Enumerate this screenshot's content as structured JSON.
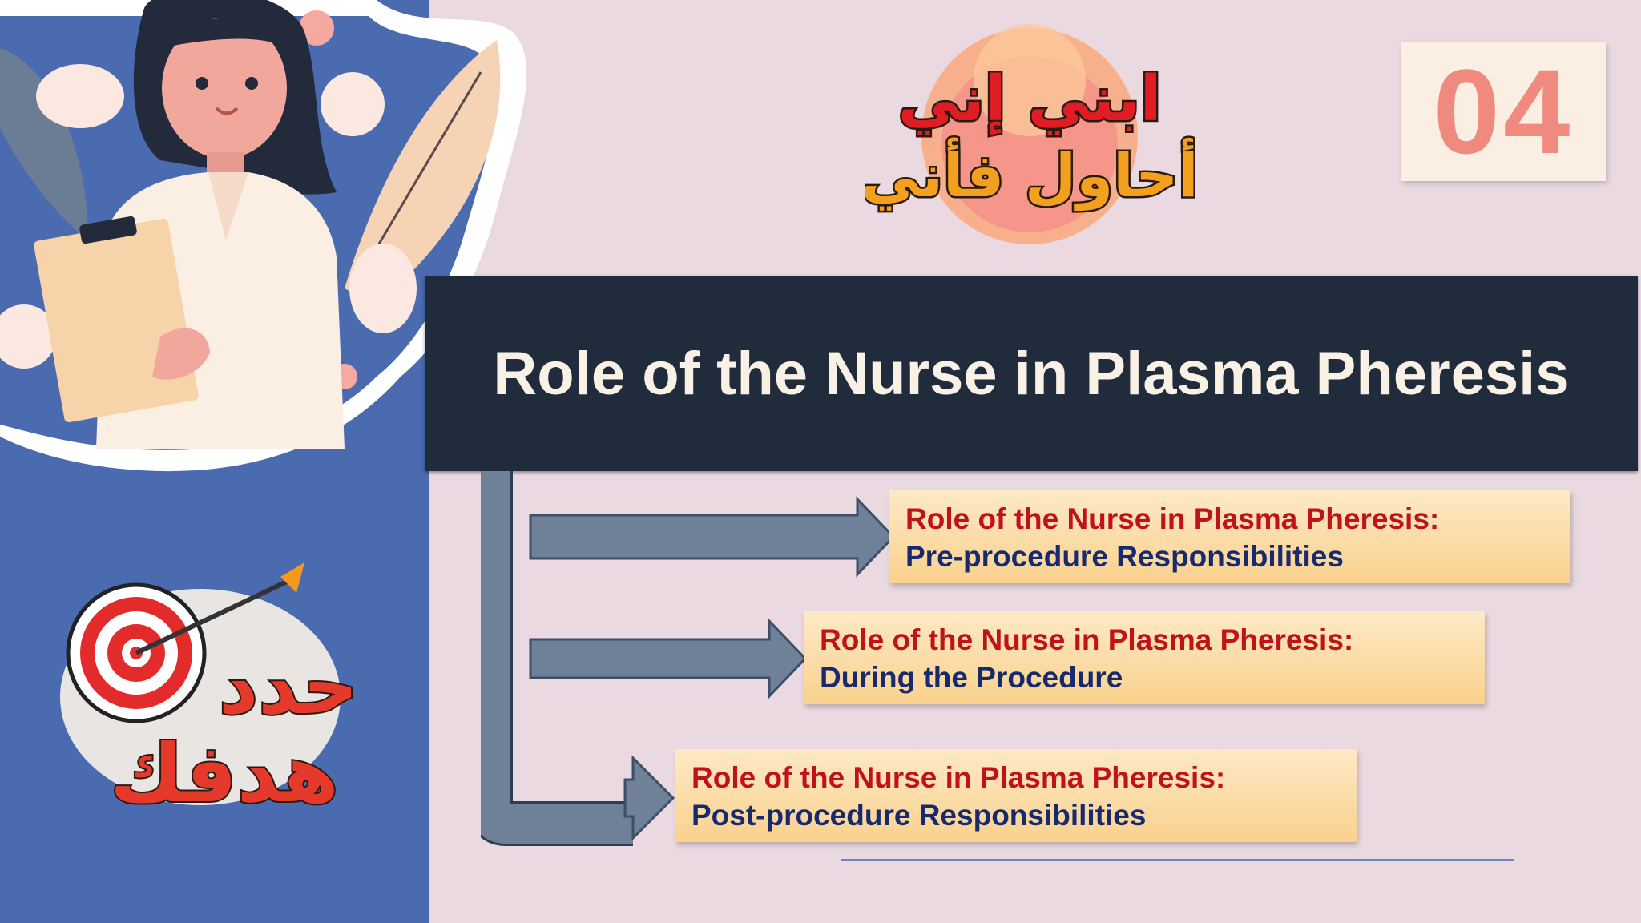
{
  "slide": {
    "number": "04",
    "title": "Role of the Nurse in Plasma Pheresis",
    "items": [
      {
        "heading": "Role of the Nurse in Plasma Pheresis:",
        "sub": "Pre-procedure Responsibilities"
      },
      {
        "heading": "Role of the Nurse in Plasma Pheresis:",
        "sub": "During the Procedure"
      },
      {
        "heading": "Role of the Nurse in Plasma Pheresis:",
        "sub": "Post-procedure Responsibilities"
      }
    ]
  },
  "logos": {
    "top_text_line1": "ابني إني",
    "top_text_line2": "أحاول فأني",
    "bottom_text_line1": "حدد",
    "bottom_text_line2": "هدفك"
  },
  "icons": {
    "illustration": "nurse-with-clipboard-illustration",
    "target": "target-with-arrow-icon",
    "arrow": "right-arrow-icon"
  },
  "colors": {
    "background": "#ead9e0",
    "left_panel": "#4b6bb1",
    "title_bar": "#202b3b",
    "title_text": "#faf1e6",
    "slide_number": "#f08a7f",
    "item_heading": "#c0121a",
    "item_sub": "#172a6e",
    "connector": "#6f8099"
  }
}
